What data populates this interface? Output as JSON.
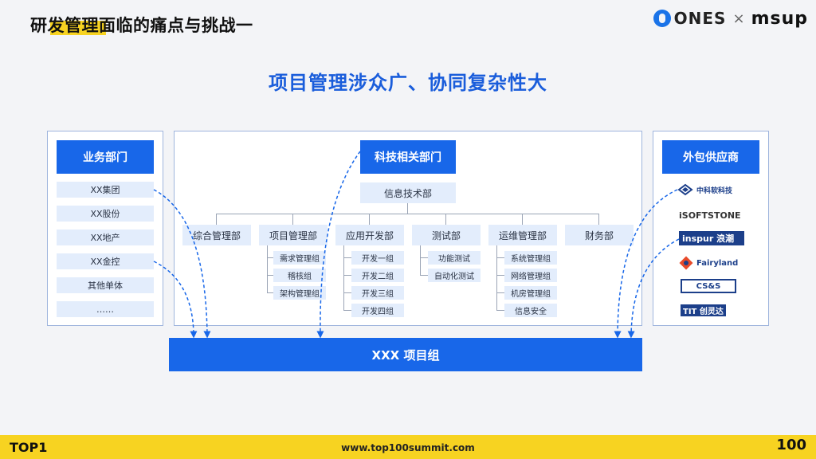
{
  "header": {
    "title": "研发管理面临的痛点与挑战一",
    "logo_ones": "ONES",
    "logo_sep": "×",
    "logo_msup": "msup"
  },
  "subtitle": "项目管理涉众广、协同复杂性大",
  "business": {
    "title": "业务部门",
    "items": [
      "XX集团",
      "XX股份",
      "XX地产",
      "XX金控",
      "其他单体",
      "……"
    ]
  },
  "tech": {
    "title": "科技相关部门",
    "info_dept": "信息技术部",
    "departments": [
      {
        "label": "综合管理部",
        "subs": []
      },
      {
        "label": "项目管理部",
        "subs": [
          "需求管理组",
          "稽核组",
          "架构管理组"
        ]
      },
      {
        "label": "应用开发部",
        "subs": [
          "开发一组",
          "开发二组",
          "开发三组",
          "开发四组"
        ]
      },
      {
        "label": "测试部",
        "subs": [
          "功能测试",
          "自动化测试"
        ]
      },
      {
        "label": "运维管理部",
        "subs": [
          "系统管理组",
          "网络管理组",
          "机房管理组",
          "信息安全"
        ]
      },
      {
        "label": "财务部",
        "subs": []
      }
    ]
  },
  "vendors": {
    "title": "外包供应商",
    "items": [
      "中科软科技",
      "iSOFTSTONE",
      "inspur 浪潮",
      "Fairyland",
      "CS&S",
      "TIT 创灵达"
    ]
  },
  "team": "XXX 项目组",
  "footer": {
    "logo": "TOP1",
    "url": "www.top100summit.com",
    "badge": "100"
  },
  "colors": {
    "primary": "#1867e9",
    "accent_yellow": "#f7d321",
    "cell_bg": "#e3edfc"
  }
}
